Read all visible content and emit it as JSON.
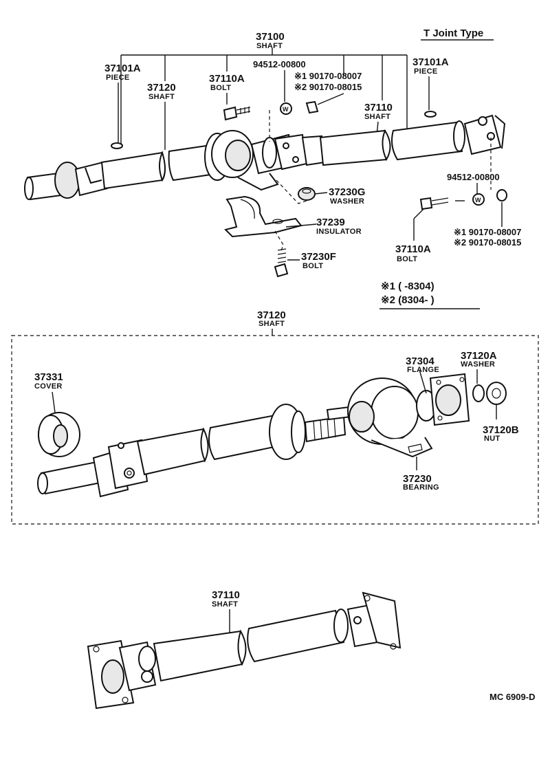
{
  "diagram_title": "T Joint Type",
  "footer_code": "MC  6909-D",
  "labels": {
    "shaft_assy": {
      "number": "37100",
      "name": "SHAFT"
    },
    "piece_left": {
      "number": "37101A",
      "name": "PIECE"
    },
    "piece_right": {
      "number": "37101A",
      "name": "PIECE"
    },
    "front_shaft": {
      "number": "37120",
      "name": "SHAFT"
    },
    "bolt_top": {
      "number": "37110A",
      "name": "BOLT"
    },
    "washer_code_top": {
      "number": "94512-00800"
    },
    "nut_codes_top": {
      "line1": "※1 90170-08007",
      "line2": "※2 90170-08015"
    },
    "rear_shaft": {
      "number": "37110",
      "name": "SHAFT"
    },
    "washer_37230g": {
      "number": "37230G",
      "name": "WASHER"
    },
    "insulator": {
      "number": "37239",
      "name": "INSULATOR"
    },
    "bolt_37230f": {
      "number": "37230F",
      "name": "BOLT"
    },
    "washer_code_right": {
      "number": "94512-00800"
    },
    "nut_codes_right": {
      "line1": "※1 90170-08007",
      "line2": "※2 90170-08015"
    },
    "bolt_right": {
      "number": "37110A",
      "name": "BOLT"
    },
    "note_1": "※1 (      -8304)",
    "note_2": "※2 (8304-      )",
    "detail_shaft": {
      "number": "37120",
      "name": "SHAFT"
    },
    "cover": {
      "number": "37331",
      "name": "COVER"
    },
    "flange": {
      "number": "37304",
      "name": "FLANGE"
    },
    "washer_37120a": {
      "number": "37120A",
      "name": "WASHER"
    },
    "nut_37120b": {
      "number": "37120B",
      "name": "NUT"
    },
    "bearing": {
      "number": "37230",
      "name": "BEARING"
    },
    "bottom_shaft": {
      "number": "37110",
      "name": "SHAFT"
    }
  }
}
